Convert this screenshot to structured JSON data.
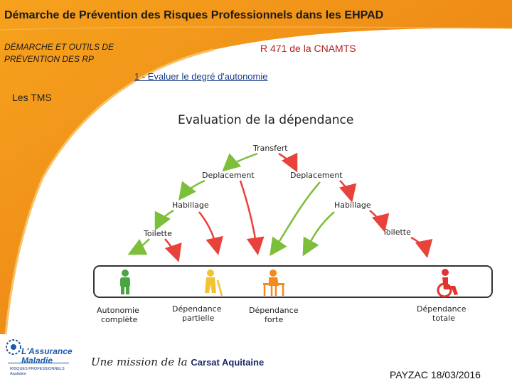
{
  "header": {
    "title": "Démarche de Prévention des Risques Professionnels dans les EHPAD",
    "subtitle_line1": "DÉMARCHE ET OUTILS DE",
    "subtitle_line2": "PRÉVENTION DES RP"
  },
  "reference": "R 471 de la CNAMTS",
  "step": "1 - Evaluer le degré d'autonomie",
  "section": "Les TMS",
  "diagram": {
    "title": "Evaluation de la dépendance",
    "nodes": {
      "transfert": "Transfert",
      "deplacement_left": "Deplacement",
      "deplacement_right": "Deplacement",
      "habillage_left": "Habillage",
      "habillage_right": "Habillage",
      "toilette_left": "Toilette",
      "toilette_right": "Toilette"
    },
    "levels": [
      {
        "line1": "Autonomie",
        "line2": "complète"
      },
      {
        "line1": "Dépendance",
        "line2": "partielle"
      },
      {
        "line1": "Dépendance",
        "line2": "forte"
      },
      {
        "line1": "Dépendance",
        "line2": "totale"
      }
    ],
    "colors": {
      "green": "#7cbf3a",
      "red": "#e8423a",
      "orange": "#f08a1c",
      "figure_green": "#4aa641",
      "figure_yellow": "#f2c230",
      "figure_orange": "#f28a1c",
      "figure_red": "#e2342d"
    }
  },
  "footer": {
    "mission_prefix": "Une mission de la",
    "mission_org": "Carsat Aquitaine",
    "date": "PAYZAC 18/03/2016"
  },
  "logo": {
    "name_line1": "L'Assurance",
    "name_line2": "Maladie",
    "sub_line1": "RISQUES PROFESSIONNELS",
    "sub_line2": "Aquitaine"
  }
}
